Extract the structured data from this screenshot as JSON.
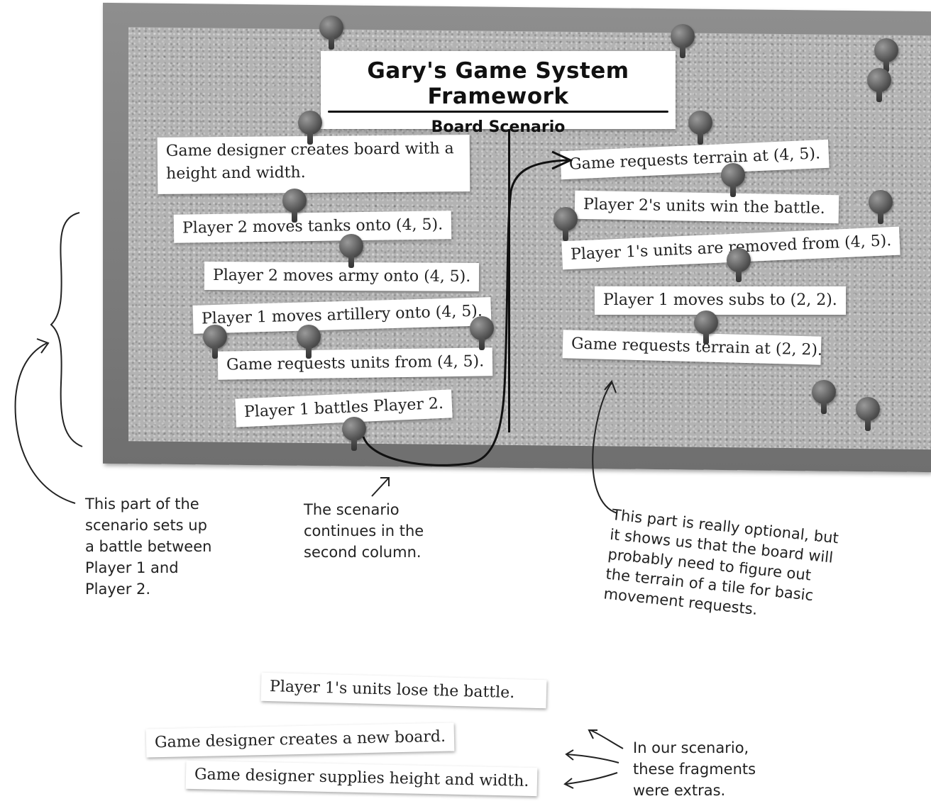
{
  "board": {
    "title": "Gary's Game System Framework",
    "subtitle": "Board Scenario"
  },
  "left_column": [
    "Game designer creates board with a",
    "height and width.",
    "Player 2 moves tanks onto (4, 5).",
    "Player 2 moves army onto (4, 5).",
    "Player 1 moves artillery onto (4, 5).",
    "Game requests units from (4, 5).",
    "Player 1 battles Player 2."
  ],
  "right_column": [
    "Game requests terrain at (4, 5).",
    "Player 2's units win the battle.",
    "Player 1's units are removed from (4, 5).",
    "Player 1 moves subs to (2, 2).",
    "Game requests terrain at (2, 2)."
  ],
  "annotations": {
    "setup_note": [
      "This part of the",
      "scenario sets up",
      "a battle between",
      "Player 1 and",
      "Player 2."
    ],
    "continue_note": [
      "The scenario",
      "continues in the",
      "second column."
    ],
    "optional_note": [
      "This part is really optional, but",
      "it shows us that the board will",
      "probably need to figure out",
      "the terrain of a tile for basic",
      "movement requests."
    ],
    "extras_note": [
      "In our scenario,",
      "these fragments",
      "were extras."
    ]
  },
  "extras": [
    "Player 1's units lose the battle.",
    "Game designer creates a new board.",
    "Game designer supplies height and width."
  ]
}
